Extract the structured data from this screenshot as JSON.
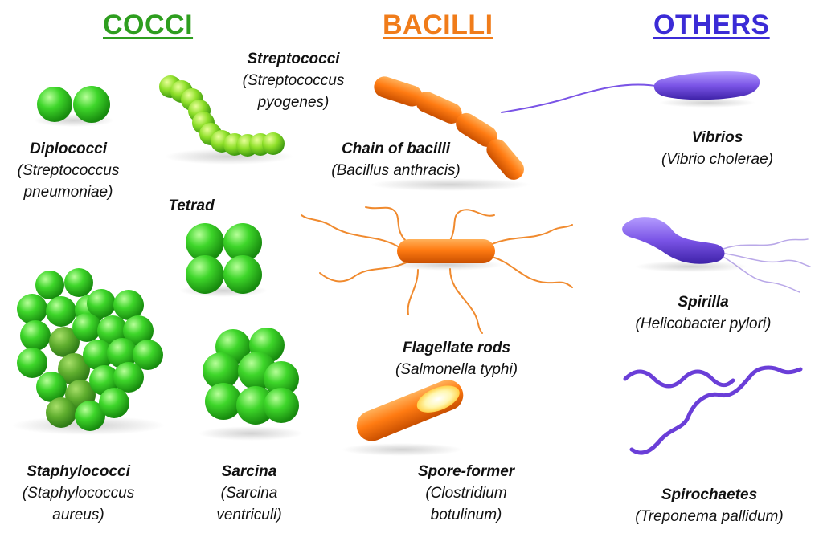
{
  "headings": {
    "cocci": {
      "text": "COCCI",
      "color": "#2e9e1f"
    },
    "bacilli": {
      "text": "BACILLI",
      "color": "#f07c1a"
    },
    "others": {
      "text": "OTHERS",
      "color": "#3b2bd6"
    }
  },
  "colors": {
    "coccus": "#3ed62a",
    "coccus_dark": "#1f9a14",
    "bacillus": "#ff7b12",
    "bacillus_dark": "#d95700",
    "flagellum_orange": "#f08a2e",
    "other": "#7a54e6",
    "other_dark": "#4a2cc0"
  },
  "labels": {
    "diplococci": {
      "name": "Diplococci",
      "line1": "(Streptococcus",
      "line2": "pneumoniae)"
    },
    "streptococci": {
      "name": "Streptococci",
      "line1": "(Streptococcus",
      "line2": "pyogenes)"
    },
    "tetrad": {
      "name": "Tetrad"
    },
    "staphylococci": {
      "name": "Staphylococci",
      "line1": "(Staphylococcus",
      "line2": "aureus)"
    },
    "sarcina": {
      "name": "Sarcina",
      "line1": "(Sarcina",
      "line2": "ventriculi)"
    },
    "chain_bacilli": {
      "name": "Chain of bacilli",
      "line1": "(Bacillus anthracis)"
    },
    "flagellate": {
      "name": "Flagellate rods",
      "line1": "(Salmonella typhi)"
    },
    "spore": {
      "name": "Spore-former",
      "line1": "(Clostridium",
      "line2": "botulinum)"
    },
    "vibrios": {
      "name": "Vibrios",
      "line1": "(Vibrio cholerae)"
    },
    "spirilla": {
      "name": "Spirilla",
      "line1": "(Helicobacter pylori)"
    },
    "spirochaetes": {
      "name": "Spirochaetes",
      "line1": "(Treponema pallidum)"
    }
  }
}
